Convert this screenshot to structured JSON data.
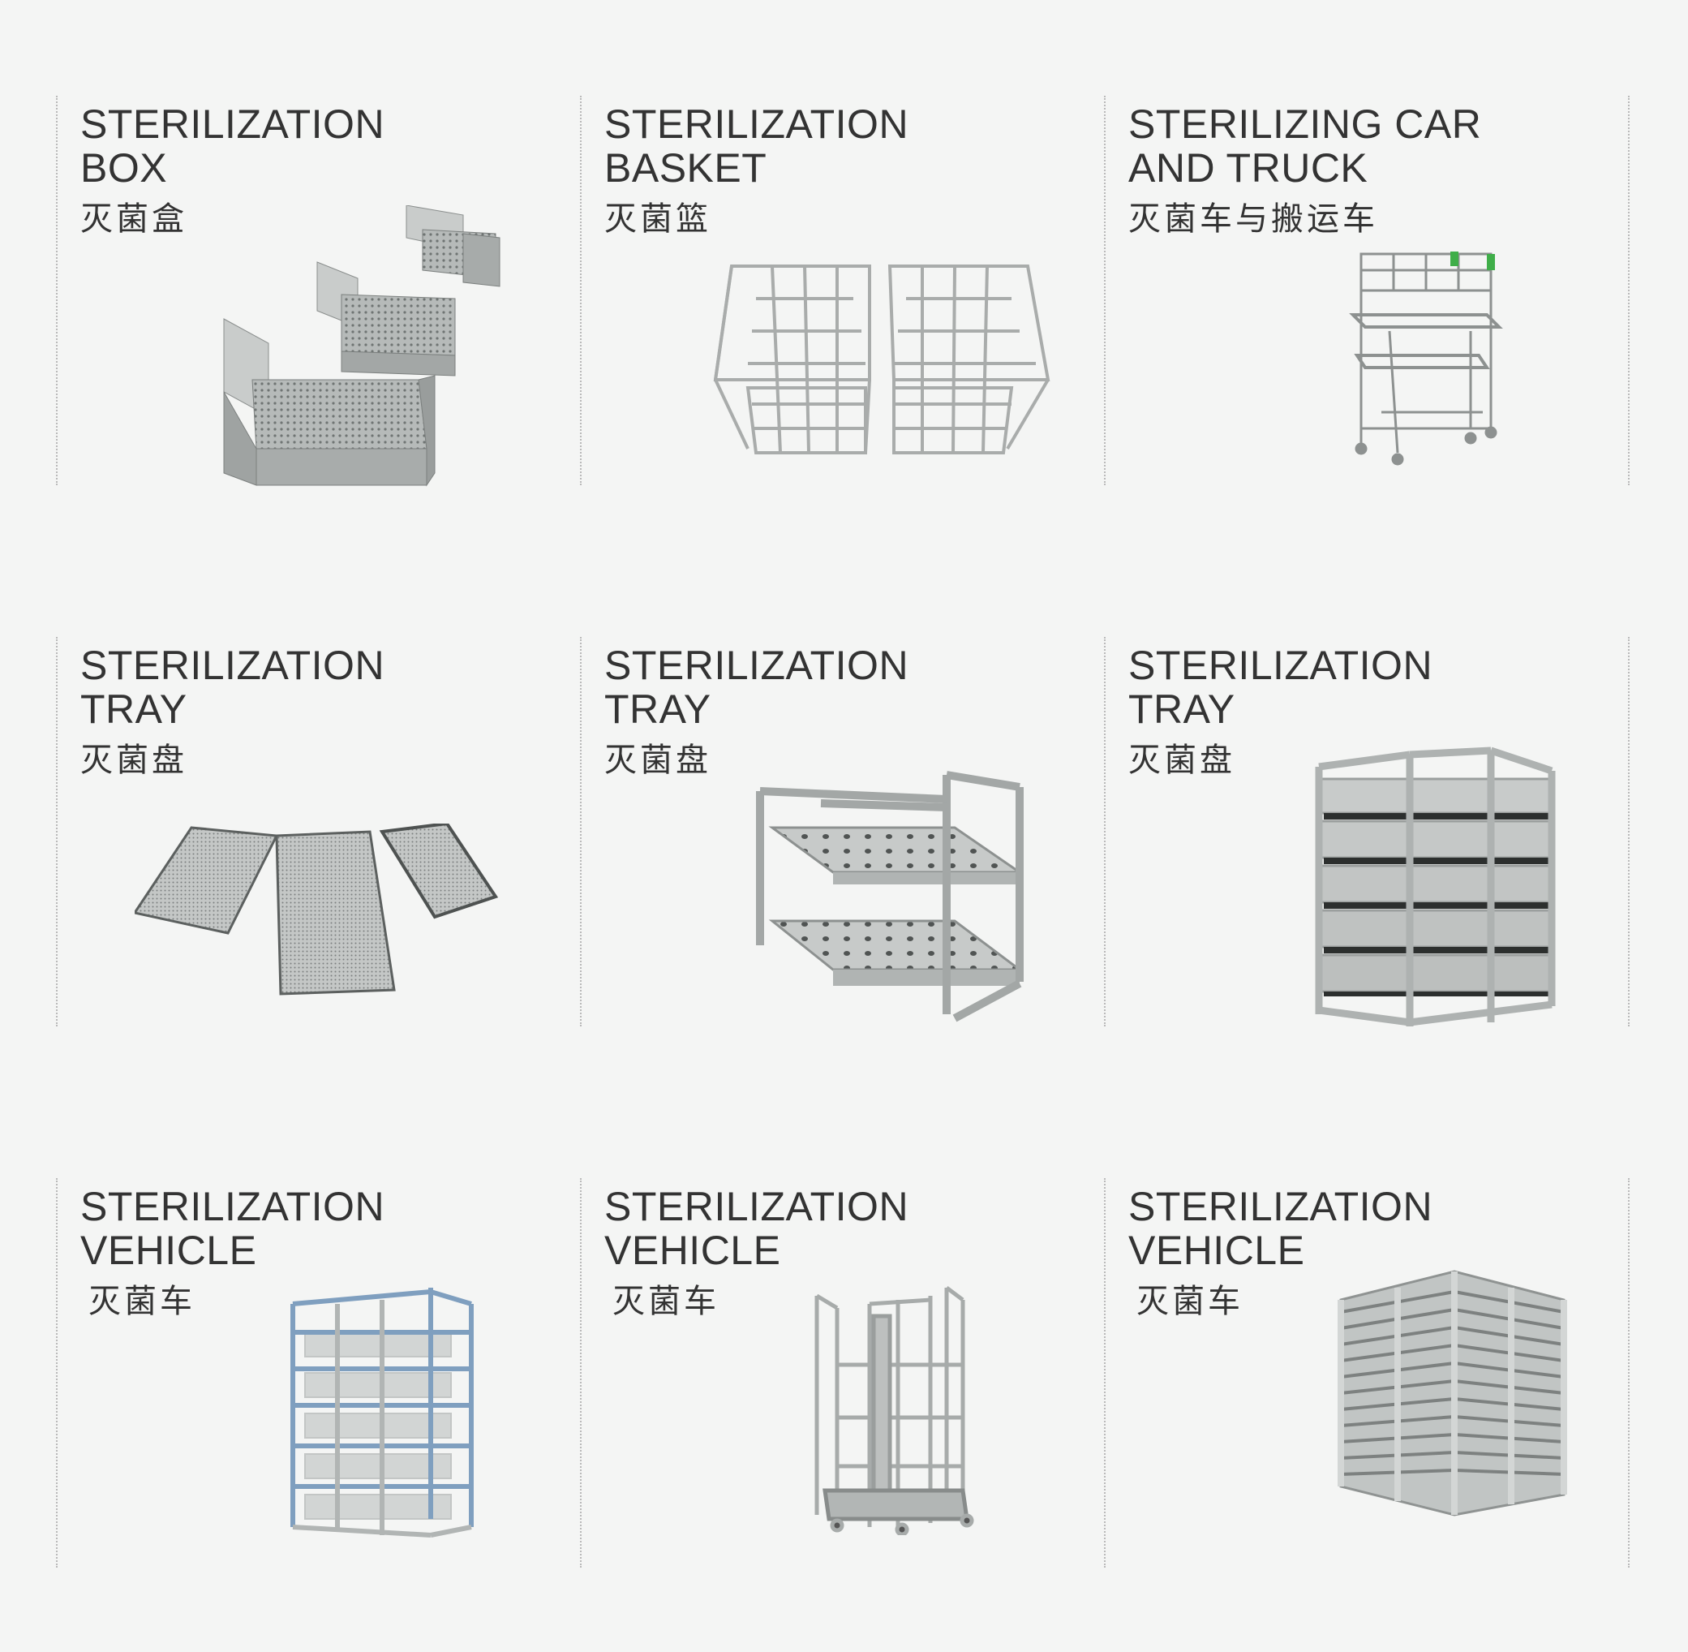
{
  "products": [
    {
      "title_line1": "STERILIZATION",
      "title_line2": "BOX",
      "chinese": "灭菌盒",
      "image": "sterilization-box-image"
    },
    {
      "title_line1": "STERILIZATION",
      "title_line2": "BASKET",
      "chinese": "灭菌篮",
      "image": "sterilization-basket-image"
    },
    {
      "title_line1": "STERILIZING CAR",
      "title_line2": "AND TRUCK",
      "chinese": "灭菌车与搬运车",
      "image": "sterilizing-car-image"
    },
    {
      "title_line1": "STERILIZATION",
      "title_line2": "TRAY",
      "chinese": "灭菌盘",
      "image": "sterilization-tray-flat-image"
    },
    {
      "title_line1": "STERILIZATION",
      "title_line2": "TRAY",
      "chinese": "灭菌盘",
      "image": "sterilization-tray-rack-image"
    },
    {
      "title_line1": "STERILIZATION",
      "title_line2": "TRAY",
      "chinese": "灭菌盘",
      "image": "sterilization-tray-stack-image"
    },
    {
      "title_line1": "STERILIZATION",
      "title_line2": "VEHICLE",
      "chinese": "灭菌车",
      "image": "sterilization-vehicle-shelves-image"
    },
    {
      "title_line1": "STERILIZATION",
      "title_line2": "VEHICLE",
      "chinese": "灭菌车",
      "image": "sterilization-vehicle-cage-image"
    },
    {
      "title_line1": "STERILIZATION",
      "title_line2": "VEHICLE",
      "chinese": "灭菌车",
      "image": "sterilization-vehicle-slats-image"
    }
  ]
}
